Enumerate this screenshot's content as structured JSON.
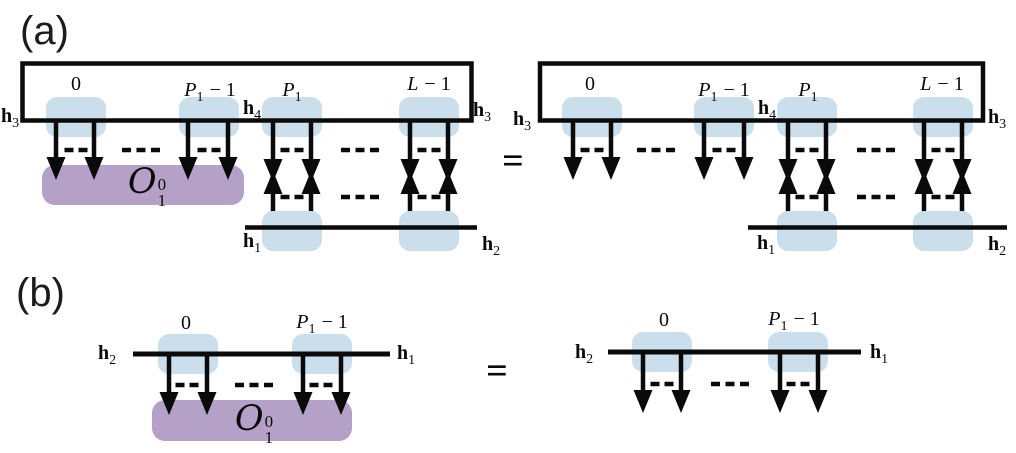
{
  "labels": {
    "panel_a": "(a)",
    "panel_b": "(b)",
    "equals": "=",
    "site_zero": "0",
    "site_p1_minus_1": {
      "base": "P",
      "sub": "1",
      "rest": "− 1"
    },
    "site_p1": {
      "base": "P",
      "sub": "1"
    },
    "site_l_minus_1": {
      "base": "L",
      "rest": "− 1"
    },
    "h1": {
      "base": "h",
      "sub": "1"
    },
    "h2": {
      "base": "h",
      "sub": "2"
    },
    "h3": {
      "base": "h",
      "sub": "3"
    },
    "h4": {
      "base": "h",
      "sub": "4"
    },
    "operator": {
      "base": "O",
      "sup": "0",
      "sub": "1"
    }
  },
  "colors": {
    "ink": "#0a0a0a",
    "site_fill": "#cbdeeb",
    "operator_fill": "#b5a0c7",
    "background": "#ffffff"
  }
}
